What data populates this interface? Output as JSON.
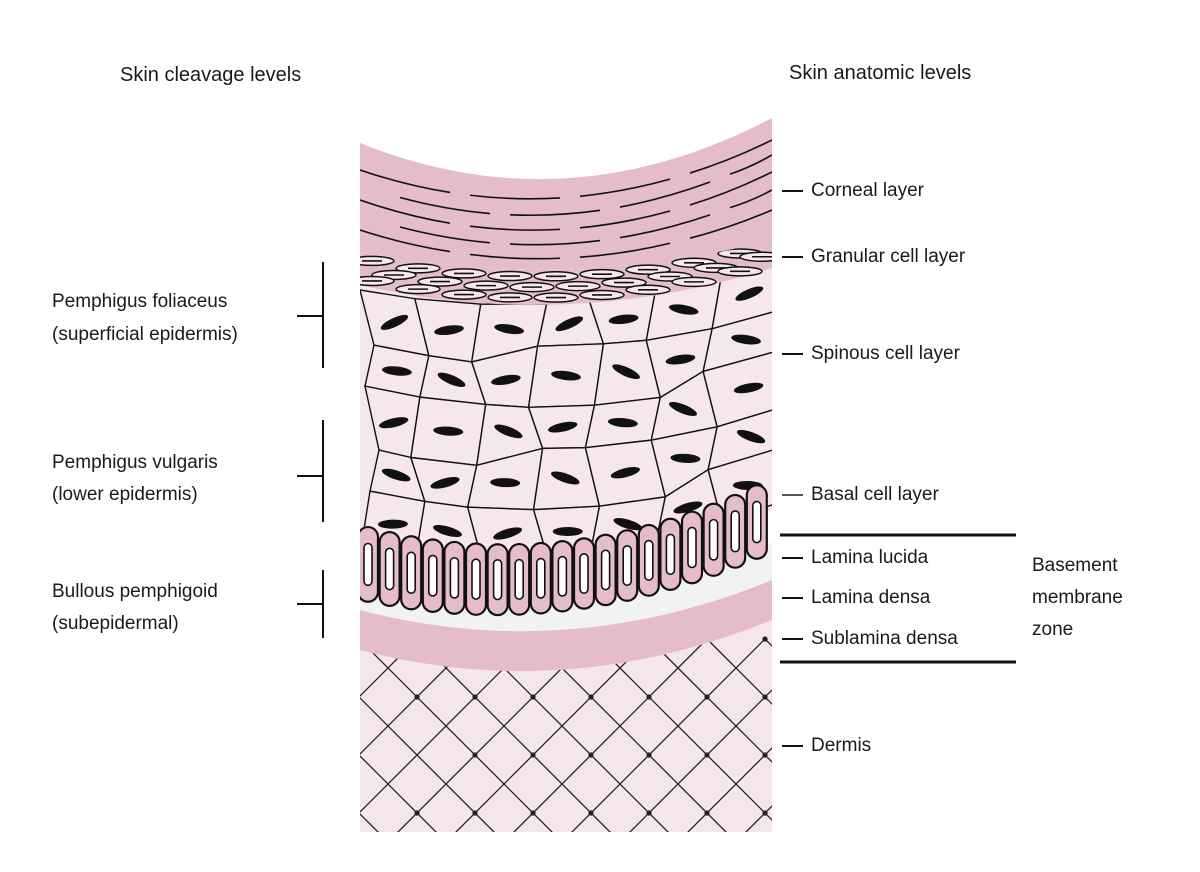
{
  "headings": {
    "left": "Skin cleavage levels",
    "right": "Skin anatomic levels"
  },
  "cleavage_levels": [
    {
      "disease": "Pemphigus foliaceus",
      "level": "(superficial epidermis)"
    },
    {
      "disease": "Pemphigus vulgaris",
      "level": "(lower epidermis)"
    },
    {
      "disease": "Bullous pemphigoid",
      "level": "(subepidermal)"
    }
  ],
  "anatomic_levels": [
    "Corneal layer",
    "Granular cell layer",
    "Spinous cell layer",
    "Basal cell layer",
    "Lamina lucida",
    "Lamina densa",
    "Sublamina densa",
    "Dermis"
  ],
  "basement_zone": [
    "Basement",
    "membrane",
    "zone"
  ],
  "colors": {
    "pink_dark": "#e4bccb",
    "pink_light": "#f6e7ee",
    "dermis": "#f4e6ec",
    "lucida": "#f2f2f2",
    "ink": "#111111"
  }
}
